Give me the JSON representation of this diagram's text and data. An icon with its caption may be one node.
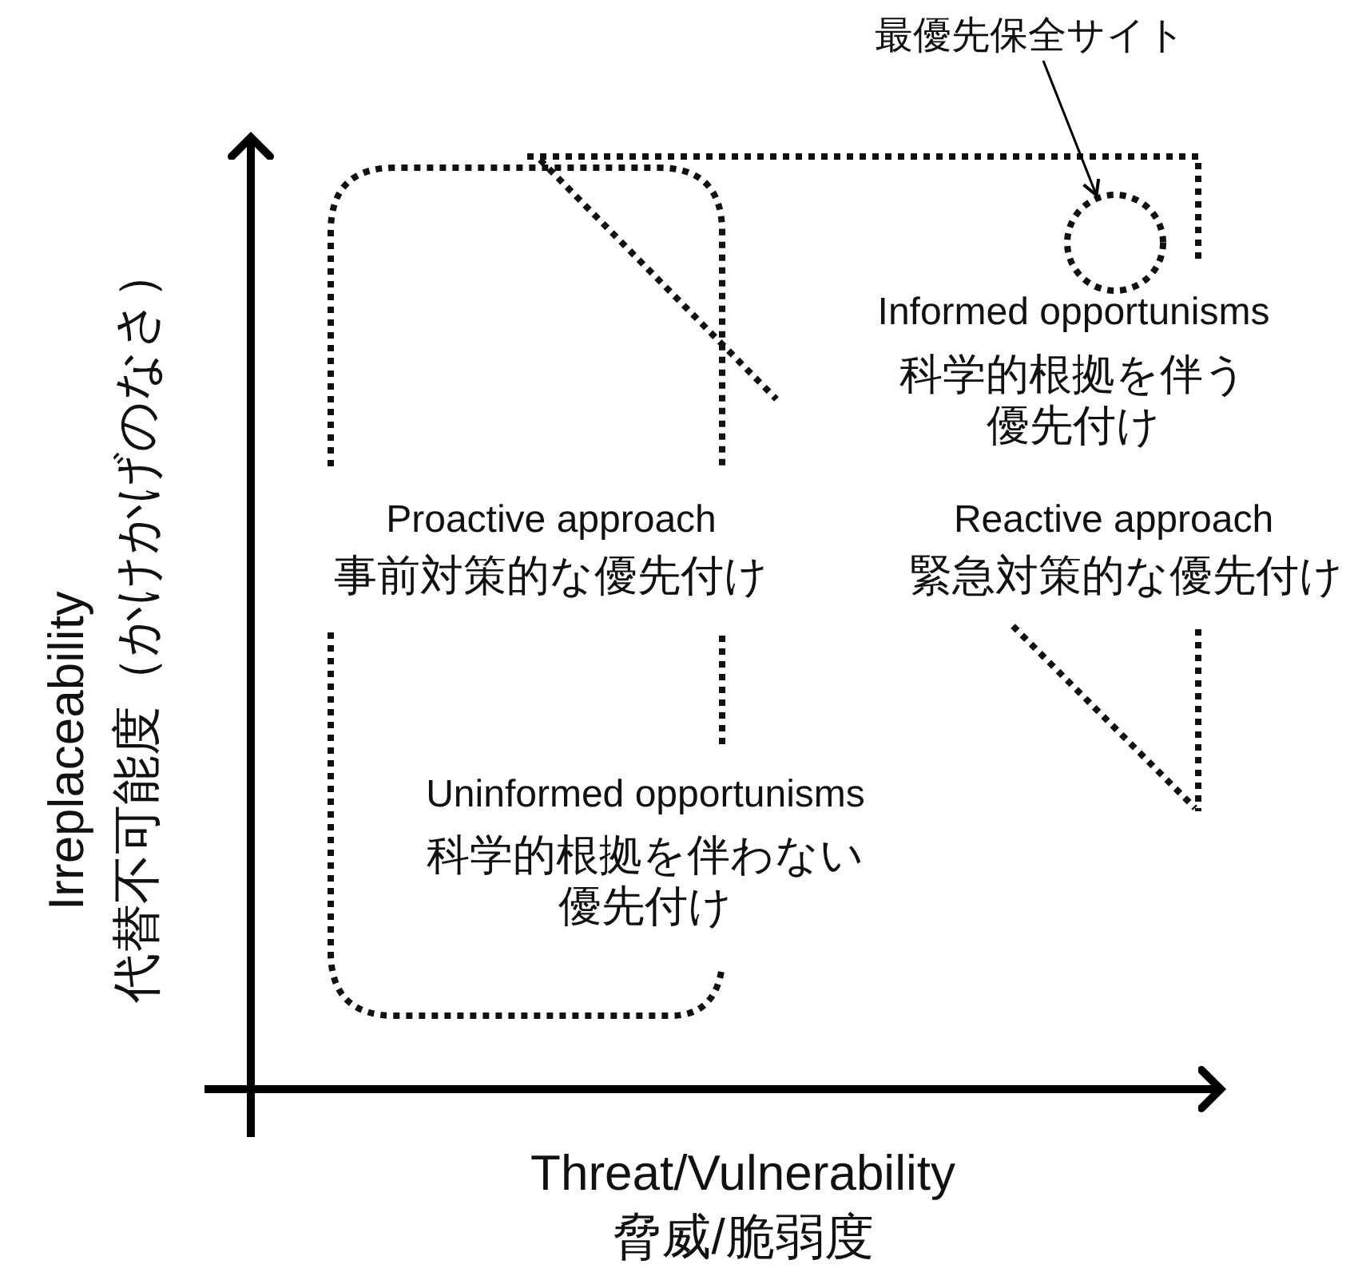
{
  "diagram": {
    "nodes": [
      {
        "text": [
          "最優先保全サイト"
        ]
      },
      {
        "text": [],
        "shape": "circle"
      }
    ],
    "edges": [
      {
        "from": 0,
        "to": 1,
        "arrow": "to"
      }
    ],
    "labels": [
      "Informed opportunisms",
      "科学的根拠を伴う優先付け",
      "Proactive approach",
      "事前対策的な優先付け",
      "Reactive approach",
      "緊急対策的な優先付け",
      "Uninformed opportunisms",
      "科学的根拠を伴わない優先付け",
      "Irreplaceability",
      "代替不可能度（かけかげのなさ）",
      "Threat/Vulnerability",
      "脅威/脆弱度"
    ]
  }
}
